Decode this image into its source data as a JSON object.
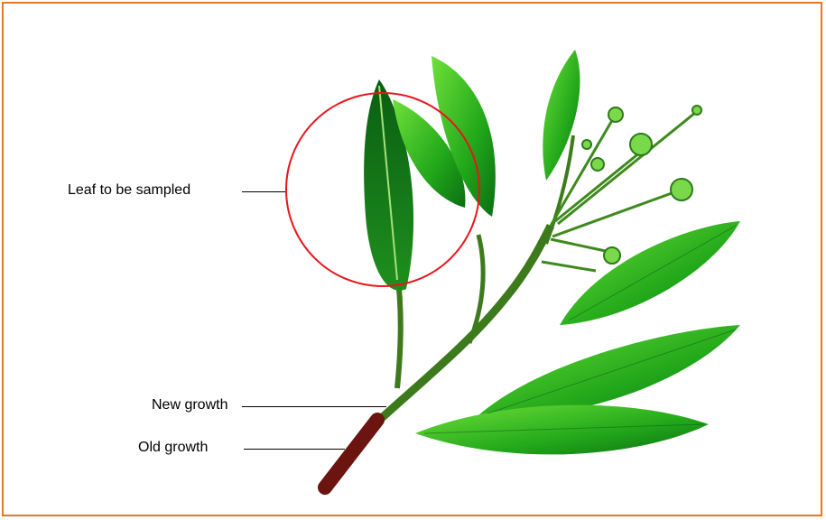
{
  "labels": {
    "leaf": "Leaf to be sampled",
    "new_growth": "New growth",
    "old_growth": "Old growth"
  },
  "colors": {
    "border": "#e87722",
    "circle": "#e8151b",
    "leaf_dark": "#0b7a1a",
    "leaf_light": "#4fd12a",
    "stem_old": "#6b1410",
    "stem_new": "#3d7a1c"
  },
  "icons": [
    "leaf-illustration",
    "sample-circle"
  ]
}
